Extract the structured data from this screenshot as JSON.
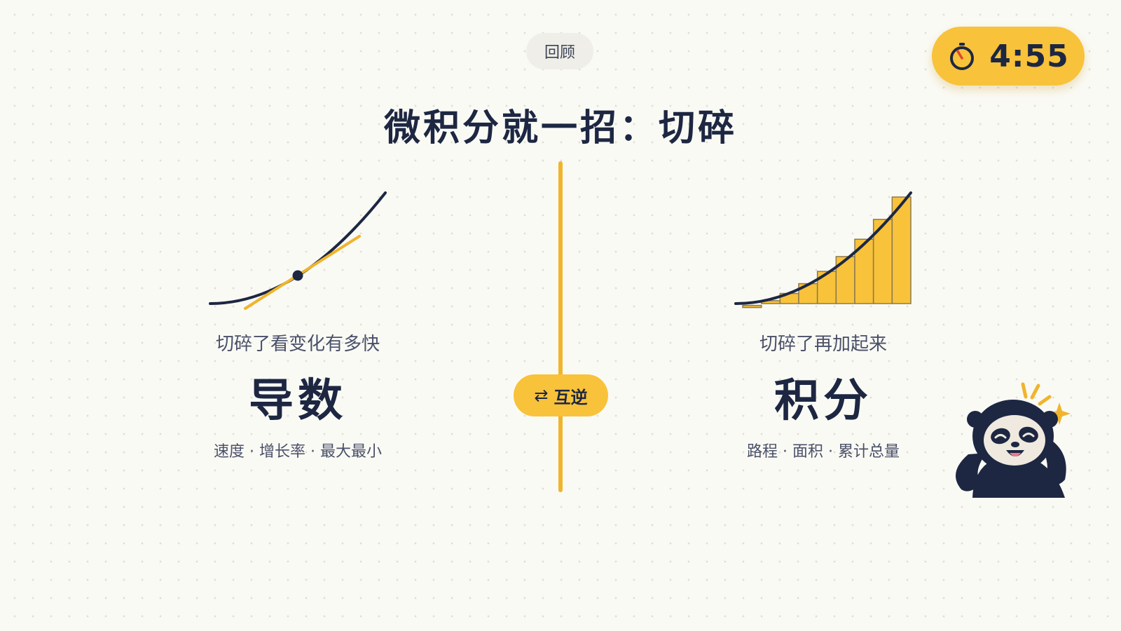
{
  "header": {
    "section_label": "回顾",
    "timer": "4:55",
    "title": "微积分就一招：切碎"
  },
  "center": {
    "inverse_label": "互逆",
    "inverse_icon": "⇄"
  },
  "left_panel": {
    "caption": "切碎了看变化有多快",
    "term": "导数",
    "uses": "速度 · 增长率 · 最大最小"
  },
  "right_panel": {
    "caption": "切碎了再加起来",
    "term": "积分",
    "uses": "路程 · 面积 · 累计总量"
  },
  "colors": {
    "accent": "#f8c23a",
    "ink": "#1d2742",
    "muted": "#4a5068",
    "background": "#fafaf5"
  },
  "icons": {
    "timer": "stopwatch-icon",
    "inverse": "swap-arrows-icon",
    "mascot": "sloth-mascot"
  }
}
